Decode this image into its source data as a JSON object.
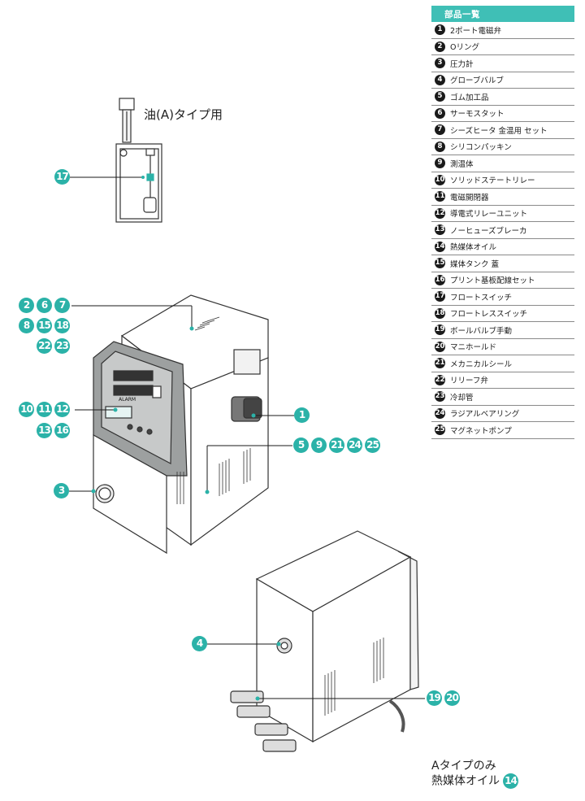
{
  "parts_table": {
    "header": "部品一覧",
    "rows": [
      {
        "num": "1",
        "name": "2ポート電磁弁"
      },
      {
        "num": "2",
        "name": "Oリング"
      },
      {
        "num": "3",
        "name": "圧力計"
      },
      {
        "num": "4",
        "name": "グローブバルブ"
      },
      {
        "num": "5",
        "name": "ゴム加工品"
      },
      {
        "num": "6",
        "name": "サーモスタット"
      },
      {
        "num": "7",
        "name": "シーズヒータ 金温用 セット"
      },
      {
        "num": "8",
        "name": "シリコンパッキン"
      },
      {
        "num": "9",
        "name": "測温体"
      },
      {
        "num": "10",
        "name": "ソリッドステートリレー"
      },
      {
        "num": "11",
        "name": "電磁開閉器"
      },
      {
        "num": "12",
        "name": "導電式リレーユニット"
      },
      {
        "num": "13",
        "name": "ノーヒューズブレーカ"
      },
      {
        "num": "14",
        "name": "熱媒体オイル"
      },
      {
        "num": "15",
        "name": "媒体タンク 蓋"
      },
      {
        "num": "16",
        "name": "プリント基板配線セット"
      },
      {
        "num": "17",
        "name": "フロートスイッチ"
      },
      {
        "num": "18",
        "name": "フロートレススイッチ"
      },
      {
        "num": "19",
        "name": "ボールバルブ手動"
      },
      {
        "num": "20",
        "name": "マニホールド"
      },
      {
        "num": "21",
        "name": "メカニカルシール"
      },
      {
        "num": "22",
        "name": "リリーフ弁"
      },
      {
        "num": "23",
        "name": "冷却管"
      },
      {
        "num": "24",
        "name": "ラジアルベアリング"
      },
      {
        "num": "25",
        "name": "マグネットポンプ"
      }
    ]
  },
  "captions": {
    "oil_type": "油(A)タイプ用",
    "note_line1": "Aタイプのみ",
    "note_line2": "熱媒体オイル",
    "note_badge": "14"
  },
  "callouts": {
    "c17": "17",
    "c2": "2",
    "c6": "6",
    "c7": "7",
    "c8": "8",
    "c15": "15",
    "c18": "18",
    "c22": "22",
    "c23": "23",
    "c10": "10",
    "c11": "11",
    "c12": "12",
    "c13": "13",
    "c16": "16",
    "c3": "3",
    "c1": "1",
    "c5": "5",
    "c9": "9",
    "c21": "21",
    "c24": "24",
    "c25": "25",
    "c4": "4",
    "c19": "19",
    "c20": "20"
  },
  "panel_label": "ALARM",
  "colors": {
    "accent": "#2bb2a8",
    "table_header": "#3fbfb6",
    "line": "#1a1a1a"
  }
}
